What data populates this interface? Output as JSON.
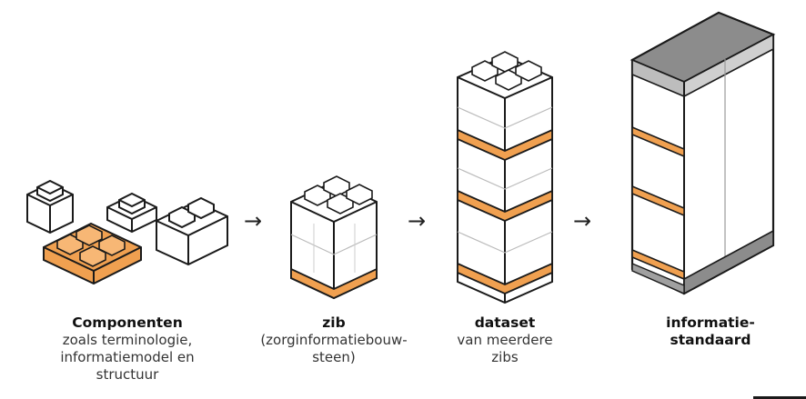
{
  "stages": [
    {
      "title": "Componenten",
      "subtitle": [
        "zoals terminologie,",
        "informatiemodel en",
        "structuur"
      ]
    },
    {
      "title": "zib",
      "subtitle": [
        "(zorginformatiebouw-",
        "steen)"
      ]
    },
    {
      "title": "dataset",
      "subtitle": [
        "van meerdere",
        "zibs"
      ]
    },
    {
      "title": "informatie-",
      "subtitle_title": "standaard"
    }
  ],
  "arrows": [
    "→",
    "→",
    "→"
  ],
  "colors": {
    "accent": "#f0a050",
    "accent_dark": "#c9671f",
    "outline": "#1a1a1a",
    "block": "#ffffff",
    "block_shade": "#ececec",
    "roof": "#8c8c8c"
  },
  "icons": [
    "lego-block-icon",
    "arrow-right-icon",
    "cabinet-icon"
  ]
}
